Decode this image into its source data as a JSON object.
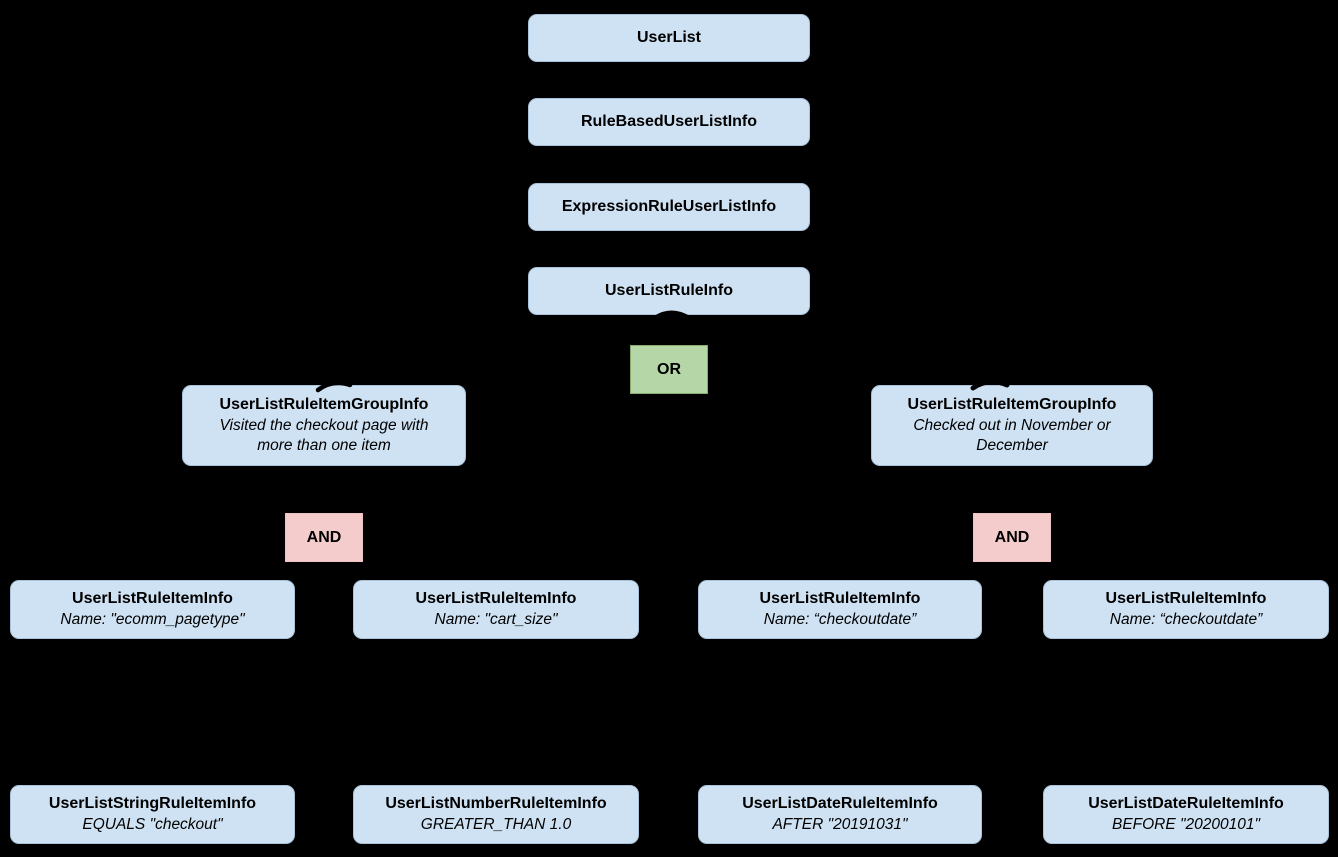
{
  "canvas": {
    "background": "#000000"
  },
  "colors": {
    "canvas_bg": "#000000",
    "node_fill": "#cfe2f3",
    "node_border": "#a9c4da",
    "or_fill": "#b5d6a6",
    "or_border": "#86ab6c",
    "and_fill": "#f4cccc",
    "and_border": "#eec3c2",
    "text": "#000000"
  },
  "diagram": {
    "user_list": {
      "title": "UserList"
    },
    "rule_based_user_list_info": {
      "title": "RuleBasedUserListInfo"
    },
    "expression_rule_user_list_info": {
      "title": "ExpressionRuleUserListInfo"
    },
    "user_list_rule_info": {
      "title": "UserListRuleInfo"
    },
    "or_operator": {
      "label": "OR"
    },
    "group_left": {
      "title": "UserListRuleItemGroupInfo",
      "subtitle": "Visited the checkout page with more than one item"
    },
    "group_right": {
      "title": "UserListRuleItemGroupInfo",
      "subtitle": "Checked out in November or December"
    },
    "and_left": {
      "label": "AND"
    },
    "and_right": {
      "label": "AND"
    },
    "rule_item_1": {
      "title": "UserListRuleItemInfo",
      "subtitle": "Name: \"ecomm_pagetype\""
    },
    "rule_item_2": {
      "title": "UserListRuleItemInfo",
      "subtitle": "Name: \"cart_size\""
    },
    "rule_item_3": {
      "title": "UserListRuleItemInfo",
      "subtitle": "Name: “checkoutdate”"
    },
    "rule_item_4": {
      "title": "UserListRuleItemInfo",
      "subtitle": "Name: “checkoutdate”"
    },
    "leaf_1": {
      "title": "UserListStringRuleItemInfo",
      "subtitle": "EQUALS \"checkout\""
    },
    "leaf_2": {
      "title": "UserListNumberRuleItemInfo",
      "subtitle": "GREATER_THAN 1.0"
    },
    "leaf_3": {
      "title": "UserListDateRuleItemInfo",
      "subtitle": "AFTER \"20191031\""
    },
    "leaf_4": {
      "title": "UserListDateRuleItemInfo",
      "subtitle": "BEFORE \"20200101\""
    }
  }
}
